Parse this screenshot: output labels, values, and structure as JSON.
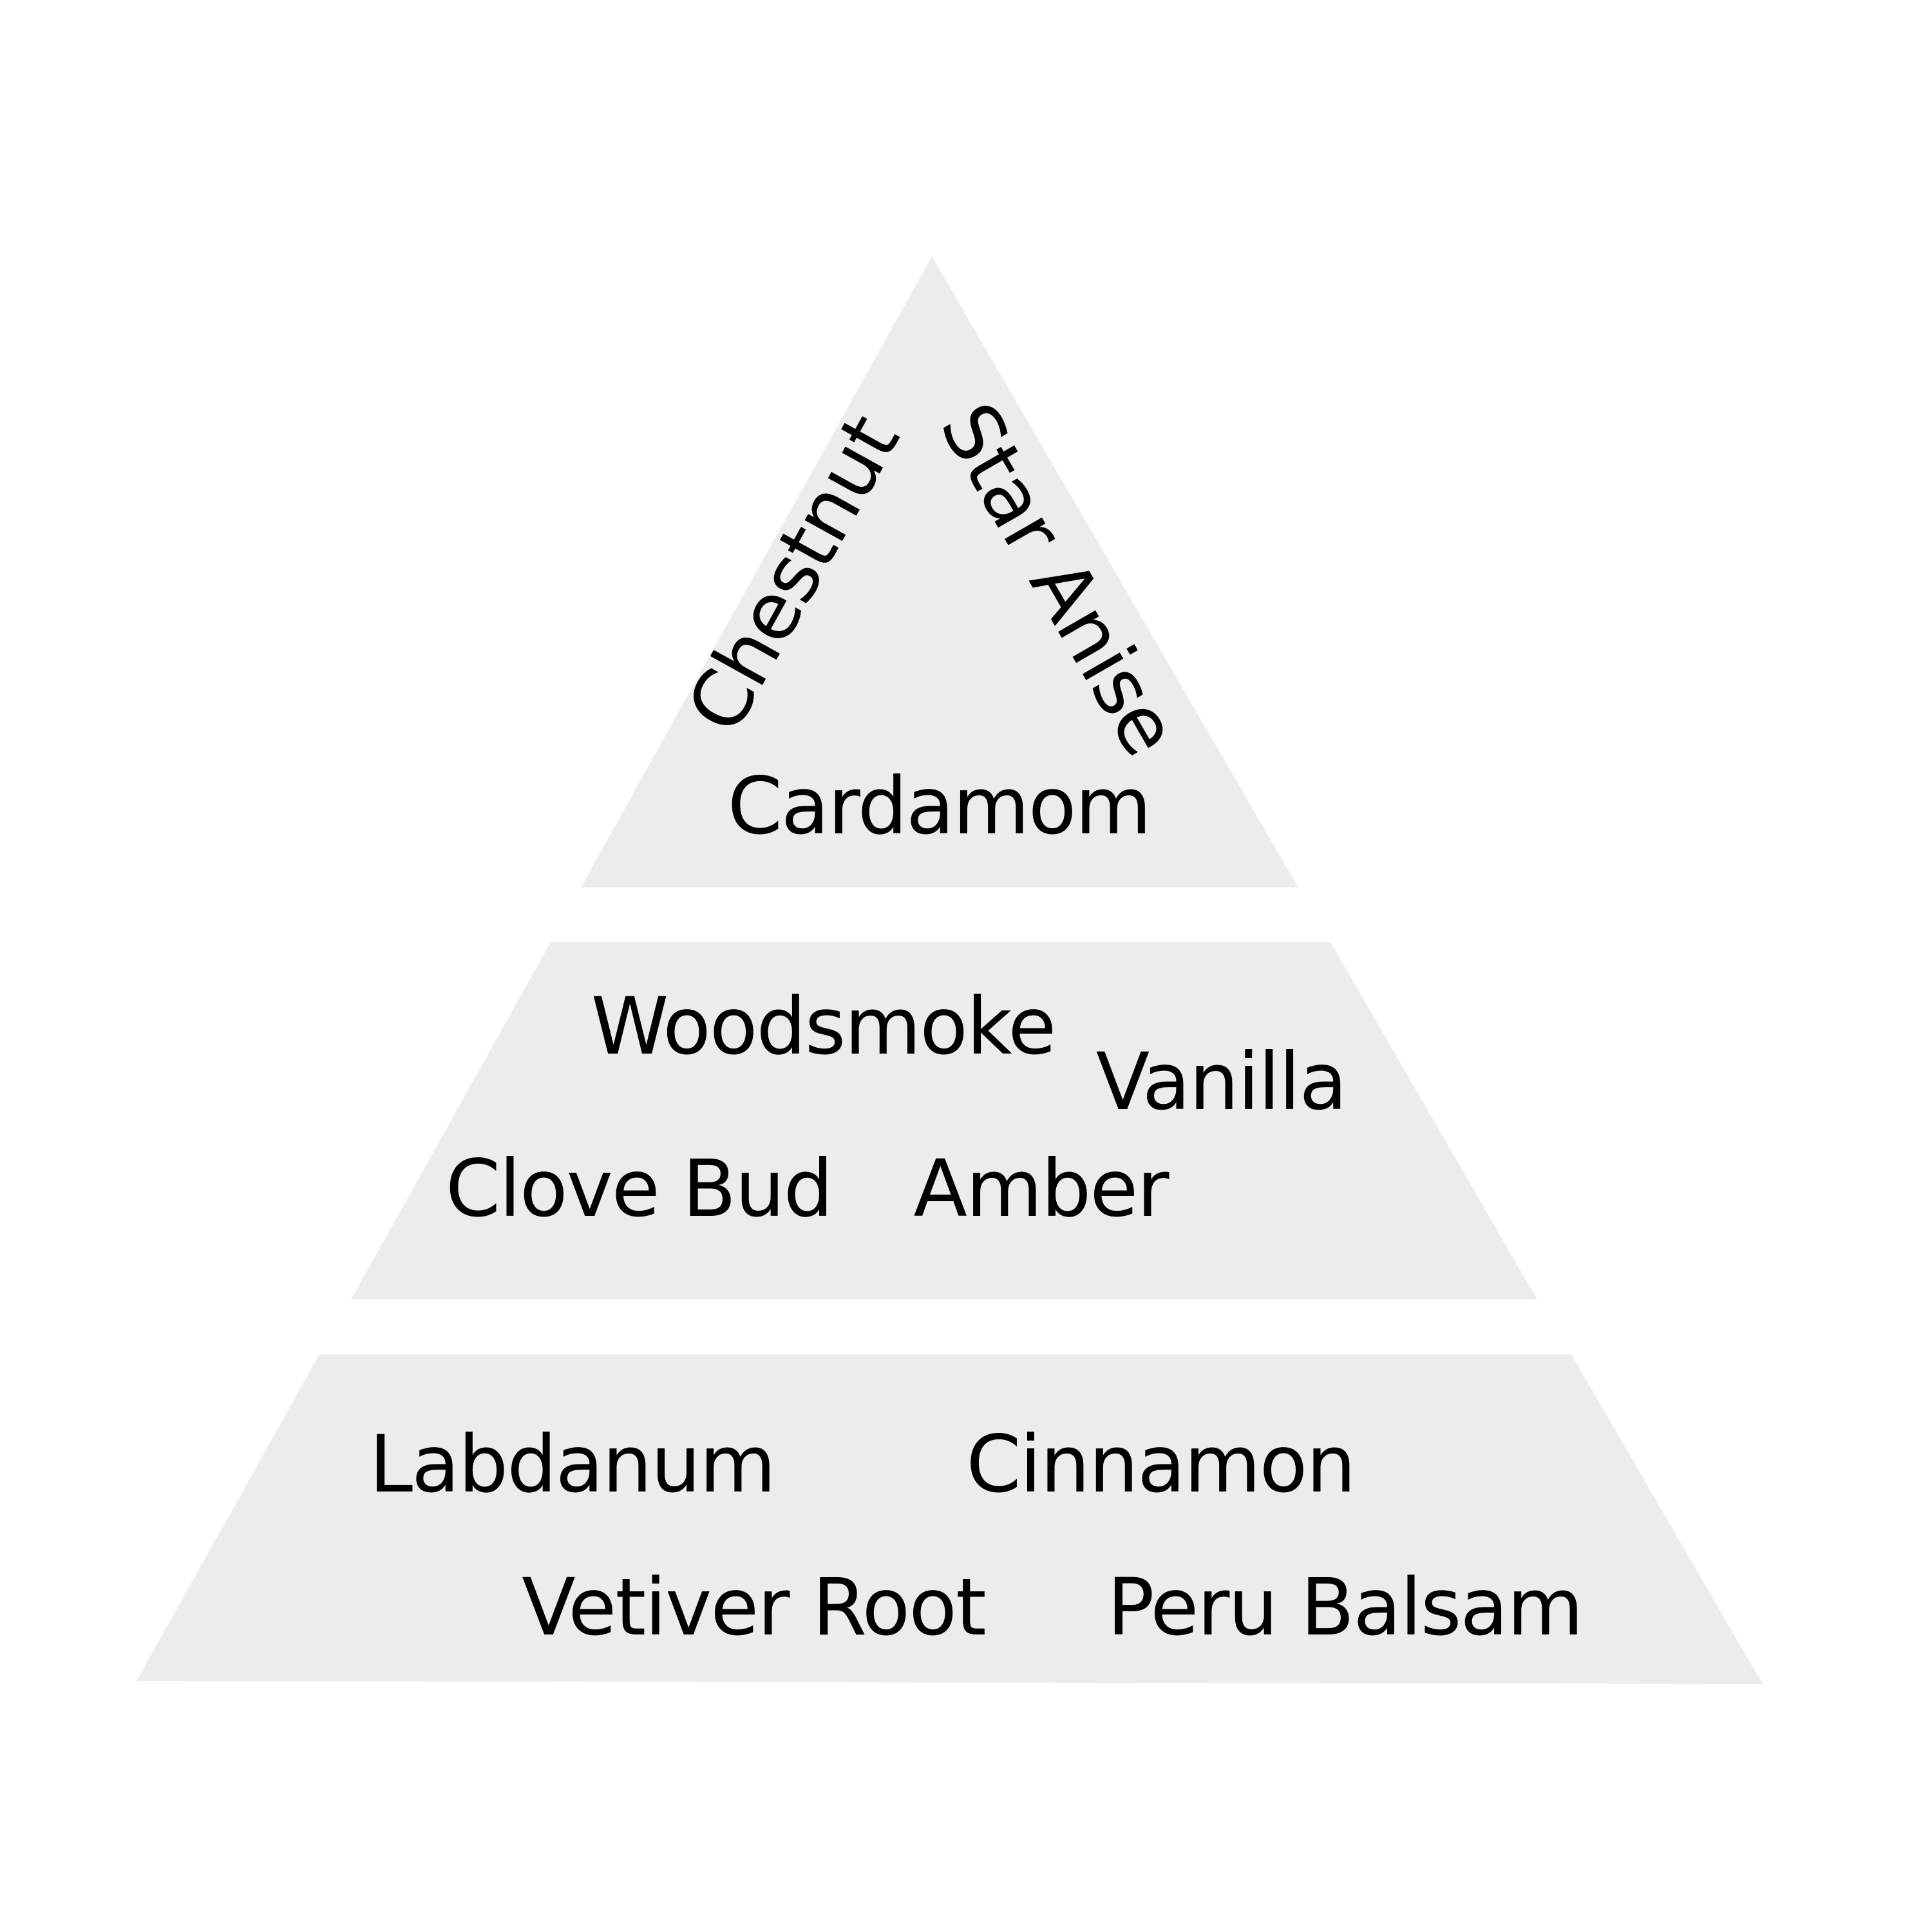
{
  "colors": {
    "background": "#ffffff",
    "tier_fill": "#edecea",
    "text": "#000000"
  },
  "pyramid": {
    "top_notes": [
      "Chestnut",
      "Star Anise",
      "Cardamom"
    ],
    "middle_notes": [
      "Woodsmoke",
      "Vanilla",
      "Clove Bud",
      "Amber"
    ],
    "base_notes": [
      "Labdanum",
      "Cinnamon",
      "Vetiver Root",
      "Peru Balsam"
    ]
  }
}
